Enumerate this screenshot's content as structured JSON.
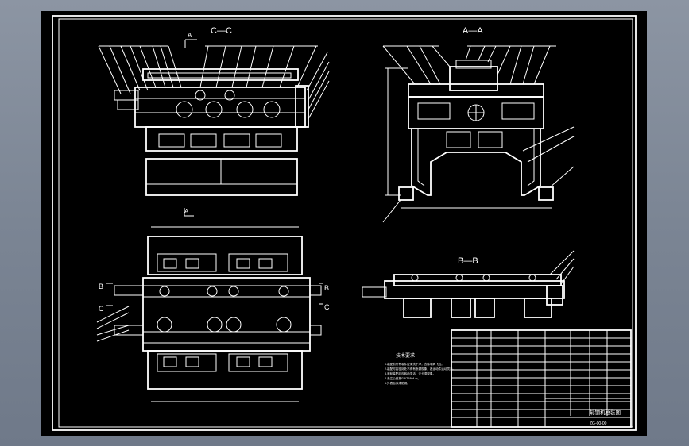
{
  "drawing": {
    "views": {
      "section_cc": "C—C",
      "section_aa": "A—A",
      "section_bb": "B—B",
      "mark_a_top": "A",
      "mark_a_bottom": "A",
      "mark_b_left": "B",
      "mark_b_right": "B",
      "mark_c_left": "C",
      "mark_c_right": "C"
    },
    "notes": {
      "title": "技术要求",
      "lines": [
        "1.装配前所有零件应清洗干净，去除毛刺飞边。",
        "2.装配时各密封处不得有渗漏现象，各运动件运动灵活。",
        "3.滚轮装配后应转动灵活，无卡滞现象。",
        "4.未注公差按GB/T1804-m。",
        "5.外表面涂漆防锈。"
      ]
    },
    "title_block": {
      "name": "轧钢机总装图",
      "code": "ZG-00-00"
    },
    "colors": {
      "background": "#7b8594",
      "sheet": "#000000",
      "lines": "#ffffff"
    }
  }
}
